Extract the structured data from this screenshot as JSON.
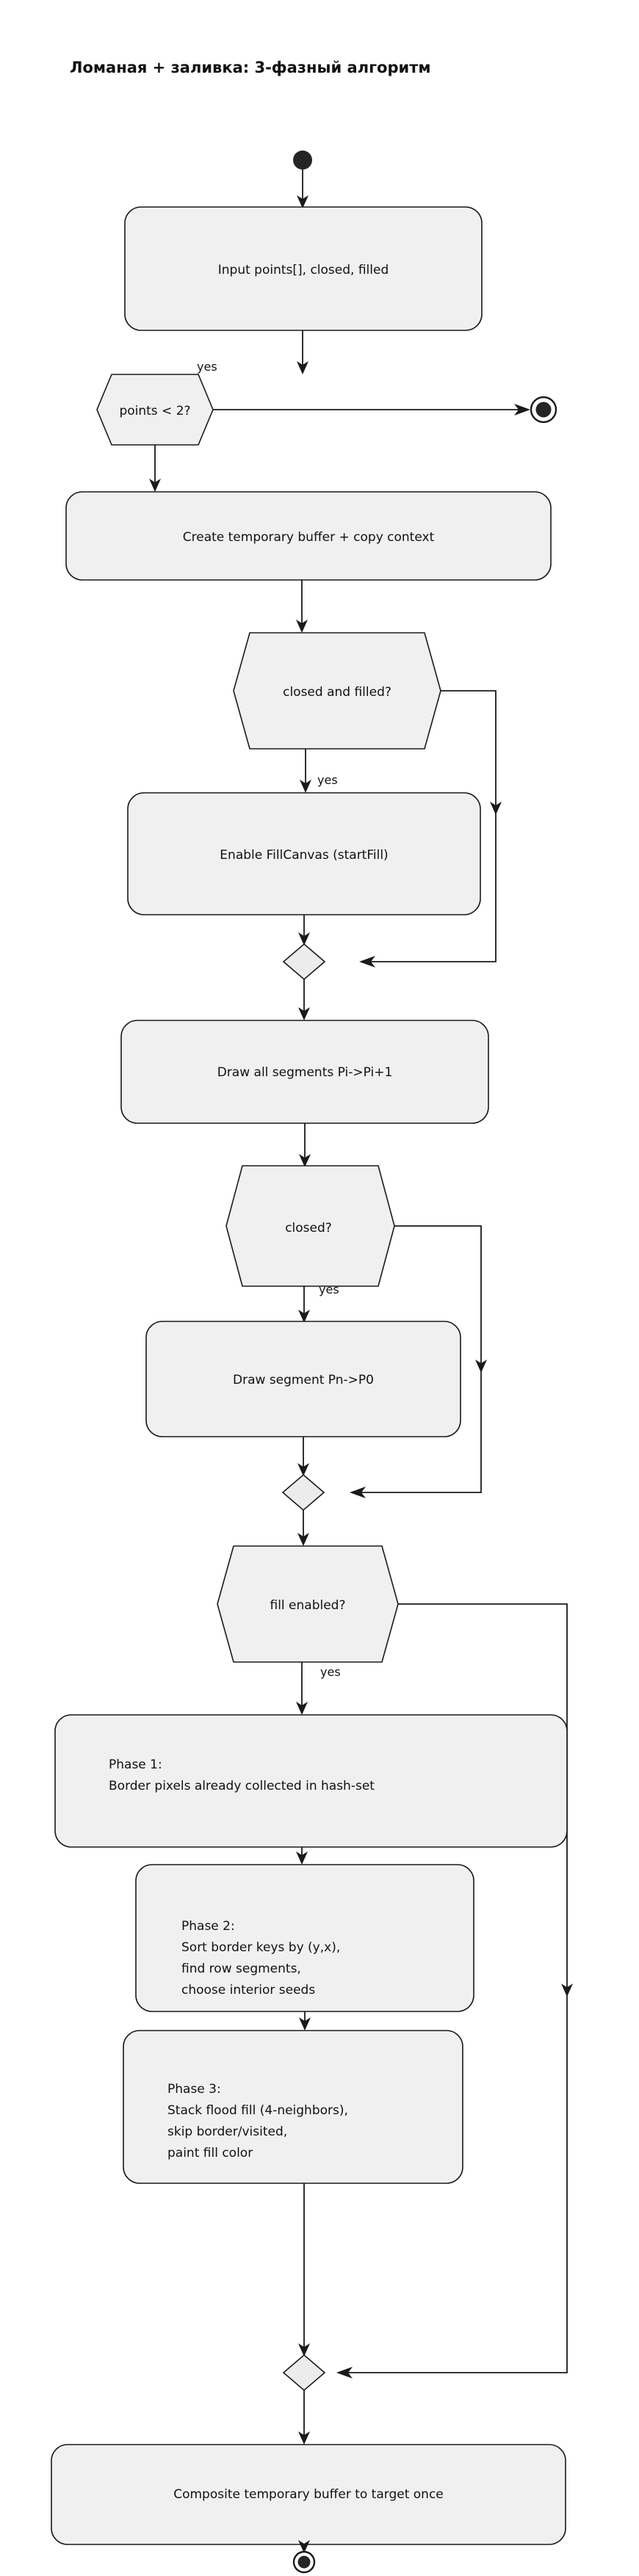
{
  "title": "Ломаная + заливка: 3-фазный алгоритм",
  "colors": {
    "node_fill": "#f0f0f0",
    "node_stroke": "#1a1a1a",
    "merge_fill": "#ececec",
    "text": "#111111",
    "background": "#ffffff",
    "terminal": "#252525"
  },
  "nodes": {
    "start": {
      "kind": "start-node",
      "label": ""
    },
    "input": {
      "kind": "activity",
      "label": "Input points[], closed, filled"
    },
    "points_check": {
      "kind": "decision",
      "label": "points < 2?"
    },
    "early_end": {
      "kind": "end-node",
      "label": ""
    },
    "create_buffer": {
      "kind": "activity",
      "label": "Create temporary buffer + copy context"
    },
    "closed_and_filled": {
      "kind": "decision",
      "label": "closed and filled?"
    },
    "enable_fill": {
      "kind": "activity",
      "label": "Enable FillCanvas (startFill)"
    },
    "merge_fill": {
      "kind": "merge",
      "label": ""
    },
    "draw_segments": {
      "kind": "activity",
      "label": "Draw all segments Pi->Pi+1"
    },
    "closed_check": {
      "kind": "decision",
      "label": "closed?"
    },
    "draw_closing": {
      "kind": "activity",
      "label": "Draw segment Pn->P0"
    },
    "merge_closed": {
      "kind": "merge",
      "label": ""
    },
    "fill_enabled": {
      "kind": "decision",
      "label": "fill enabled?"
    },
    "phase1": {
      "kind": "activity",
      "lines": [
        "Phase 1:",
        "Border pixels already collected in hash-set"
      ]
    },
    "phase2": {
      "kind": "activity",
      "lines": [
        "Phase 2:",
        "Sort border keys by (y,x),",
        "find row segments,",
        "choose interior seeds"
      ]
    },
    "phase3": {
      "kind": "activity",
      "lines": [
        "Phase 3:",
        "Stack flood fill (4-neighbors),",
        "skip border/visited,",
        "paint fill color"
      ]
    },
    "merge_final": {
      "kind": "merge",
      "label": ""
    },
    "composite": {
      "kind": "activity",
      "label": "Composite temporary buffer to target once"
    },
    "final_end": {
      "kind": "end-node",
      "label": ""
    }
  },
  "edge_labels": {
    "points_yes": "yes",
    "closed_filled_yes": "yes",
    "closed_yes": "yes",
    "fill_enabled_yes": "yes"
  }
}
